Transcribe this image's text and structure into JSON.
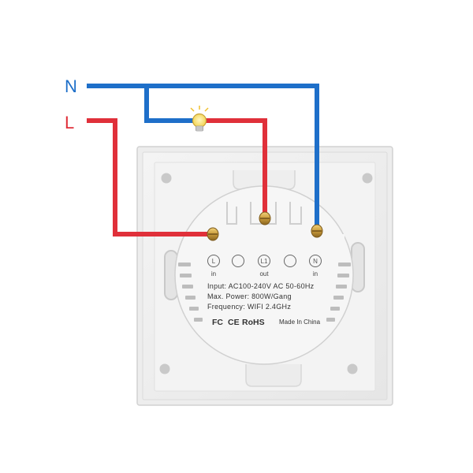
{
  "wires": {
    "neutral": {
      "label": "N",
      "color": "#1e6fc9"
    },
    "live": {
      "label": "L",
      "color": "#e0303a"
    }
  },
  "terminals": [
    {
      "letter": "L",
      "caption": "in"
    },
    {
      "letter": "L1",
      "caption": "out"
    },
    {
      "letter": "N",
      "caption": "in"
    }
  ],
  "specs": {
    "input": "Input: AC100-240V AC 50-60Hz",
    "power": "Max. Power: 800W/Gang",
    "frequency": "Frequency: WIFI 2.4GHz"
  },
  "certifications": {
    "fc": "FC",
    "ce": "CE",
    "rohs": "RoHS"
  },
  "origin": "Made In China",
  "icons": [
    "light-bulb-icon",
    "fc-mark-icon",
    "ce-mark-icon"
  ]
}
